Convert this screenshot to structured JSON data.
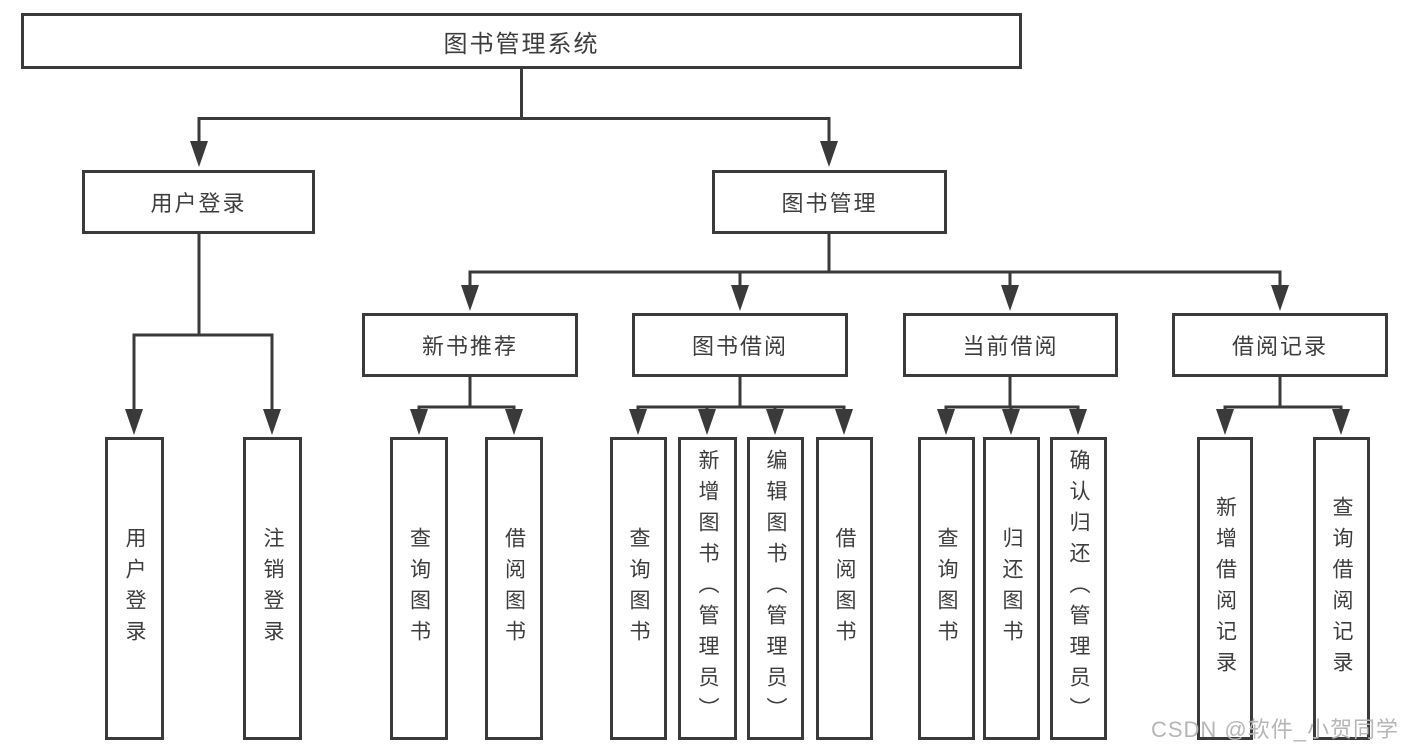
{
  "diagram": {
    "root": {
      "label": "图书管理系统"
    },
    "level2": [
      {
        "label": "用户登录"
      },
      {
        "label": "图书管理"
      }
    ],
    "level3": [
      {
        "label": "新书推荐"
      },
      {
        "label": "图书借阅"
      },
      {
        "label": "当前借阅"
      },
      {
        "label": "借阅记录"
      }
    ],
    "leaves": {
      "user_login": [
        "用户登录",
        "注销登录"
      ],
      "new_book": [
        "查询图书",
        "借阅图书"
      ],
      "book_borrow": [
        "查询图书",
        "新增图书（管理员）",
        "编辑图书（管理员）",
        "借阅图书"
      ],
      "current_borrow": [
        "查询图书",
        "归还图书",
        "确认归还（管理员）"
      ],
      "borrow_records": [
        "新增借阅记录",
        "查询借阅记录"
      ]
    }
  },
  "colors": {
    "line": "#3a3a3a",
    "text": "#3d3d3d",
    "watermark": "#b6b6b6",
    "background": "#ffffff"
  },
  "watermark": "CSDN @软件_小贺同学"
}
